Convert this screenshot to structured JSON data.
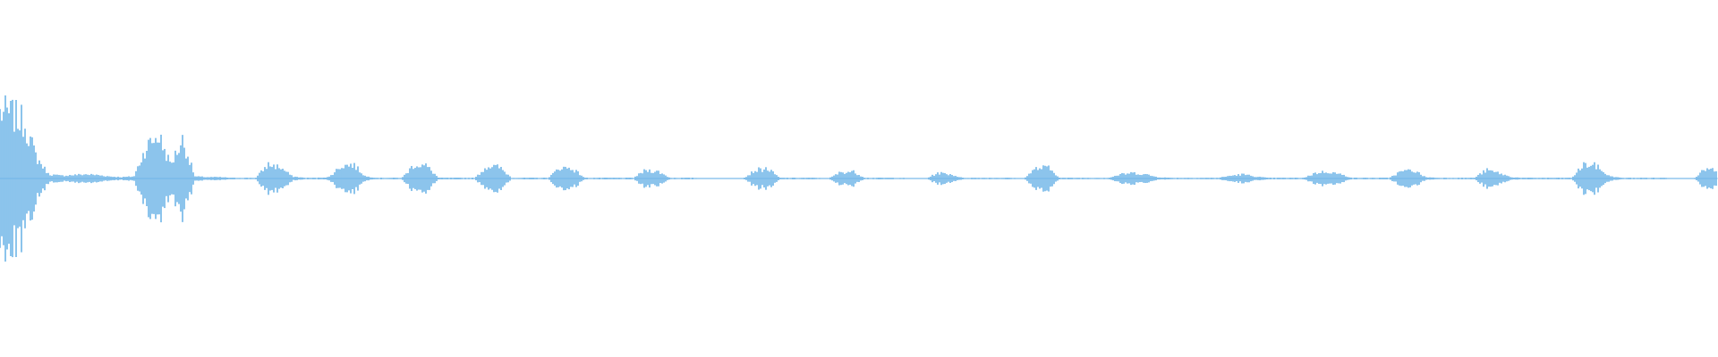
{
  "waveform": {
    "color": "#5aaae4",
    "background": "#ffffff",
    "envelope": [
      0.95,
      0.92,
      0.8,
      0.3,
      0.06,
      0.04,
      0.05,
      0.06,
      0.05,
      0.03,
      0.02,
      0.03,
      0.45,
      0.62,
      0.2,
      0.55,
      0.03,
      0.02,
      0.02,
      0.01,
      0.01,
      0.01,
      0.2,
      0.16,
      0.03,
      0.01,
      0.01,
      0.02,
      0.18,
      0.2,
      0.03,
      0.01,
      0.01,
      0.01,
      0.2,
      0.18,
      0.01,
      0.01,
      0.01,
      0.01,
      0.18,
      0.16,
      0.01,
      0.01,
      0.01,
      0.01,
      0.16,
      0.14,
      0.01,
      0.01,
      0.01,
      0.01,
      0.01,
      0.12,
      0.1,
      0.01,
      0.01,
      0.01,
      0.0,
      0.0,
      0.0,
      0.0,
      0.12,
      0.14,
      0.01,
      0.01,
      0.01,
      0.01,
      0.0,
      0.09,
      0.1,
      0.01,
      0.01,
      0.01,
      0.01,
      0.0,
      0.0,
      0.08,
      0.06,
      0.01,
      0.01,
      0.01,
      0.01,
      0.01,
      0.0,
      0.14,
      0.16,
      0.01,
      0.01,
      0.01,
      0.01,
      0.01,
      0.06,
      0.08,
      0.06,
      0.02,
      0.01,
      0.01,
      0.01,
      0.01,
      0.01,
      0.04,
      0.06,
      0.03,
      0.01,
      0.01,
      0.01,
      0.01,
      0.08,
      0.1,
      0.06,
      0.01,
      0.01,
      0.01,
      0.01,
      0.1,
      0.12,
      0.02,
      0.01,
      0.01,
      0.01,
      0.01,
      0.12,
      0.08,
      0.02,
      0.01,
      0.01,
      0.01,
      0.01,
      0.01,
      0.2,
      0.18,
      0.04,
      0.01,
      0.01,
      0.01,
      0.01,
      0.01,
      0.0,
      0.0,
      0.14,
      0.1
    ]
  }
}
